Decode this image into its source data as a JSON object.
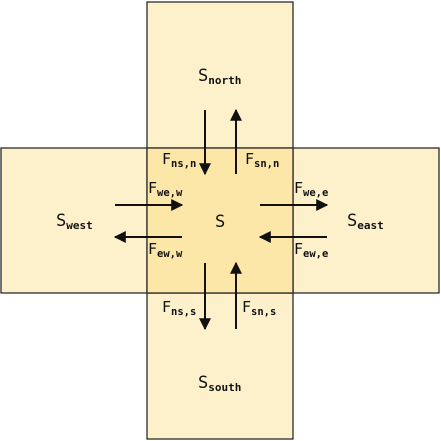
{
  "colors": {
    "cell_fill": "#fdf1cc",
    "center_fill": "#fce6a8",
    "stroke": "#2b2b2b",
    "arrow": "#111111"
  },
  "labels": {
    "center": "S",
    "north": {
      "main": "S",
      "sub": "north"
    },
    "south": {
      "main": "S",
      "sub": "south"
    },
    "west": {
      "main": "S",
      "sub": "west"
    },
    "east": {
      "main": "S",
      "sub": "east"
    }
  },
  "fluxes": {
    "ns_n": {
      "main": "F",
      "sub": "ns,n"
    },
    "sn_n": {
      "main": "F",
      "sub": "sn,n"
    },
    "we_w": {
      "main": "F",
      "sub": "we,w"
    },
    "ew_w": {
      "main": "F",
      "sub": "ew,w"
    },
    "we_e": {
      "main": "F",
      "sub": "we,e"
    },
    "ew_e": {
      "main": "F",
      "sub": "ew,e"
    },
    "ns_s": {
      "main": "F",
      "sub": "ns,s"
    },
    "sn_s": {
      "main": "F",
      "sub": "sn,s"
    }
  }
}
